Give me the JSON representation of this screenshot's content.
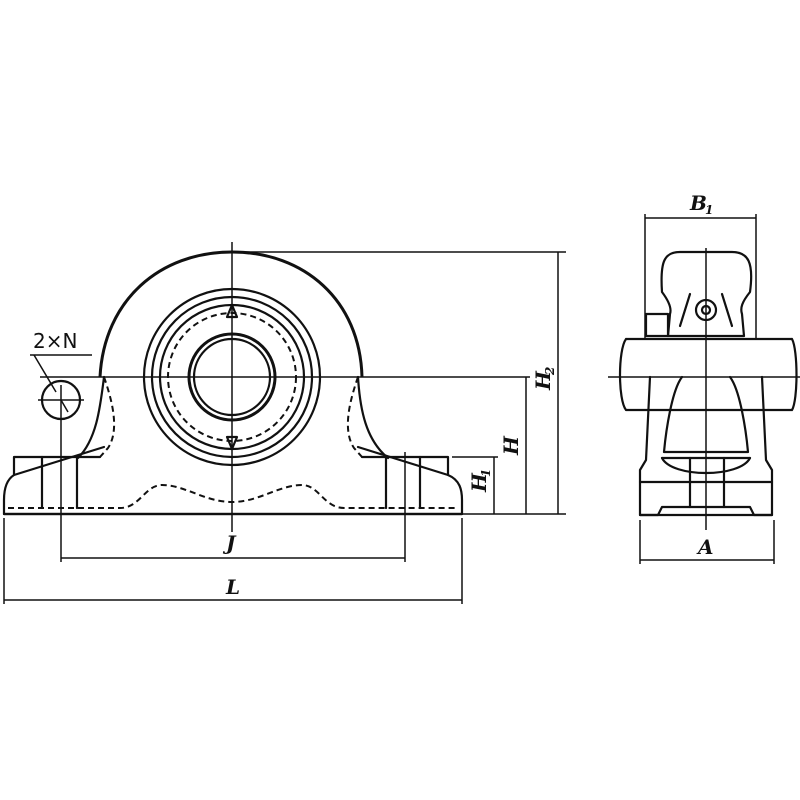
{
  "drawing": {
    "title": "Pillow block bearing unit dimension drawing",
    "views": [
      "front-view",
      "side-view"
    ],
    "colors": {
      "line": "#111111",
      "background": "#ffffff"
    }
  },
  "dimensions": {
    "hole_callout": "2×N",
    "J": "J",
    "L": "L",
    "H": "H",
    "H1_main": "H",
    "H1_sub": "1",
    "H2_main": "H",
    "H2_sub": "2",
    "B1_main": "B",
    "B1_sub": "1",
    "A": "A"
  }
}
